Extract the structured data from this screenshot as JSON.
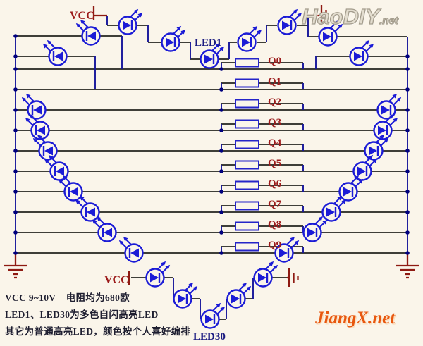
{
  "diagram": {
    "type": "led-heart-schematic",
    "power": {
      "vcc_top": "VCC",
      "vcc_bottom": "VCC"
    },
    "resistor_labels": [
      "Q0",
      "Q1",
      "Q2",
      "Q3",
      "Q4",
      "Q5",
      "Q6",
      "Q7",
      "Q8",
      "Q9"
    ],
    "led_labels": {
      "led1": "LED1",
      "led30": "LED30"
    },
    "notes": {
      "line1": "VCC 9~10V    电阻均为680欧",
      "line2": "LED1、LED30为多色自闪高亮LED",
      "line3": "其它为普通高亮LED，颜色按个人喜好编排"
    },
    "watermark_top": {
      "main": "HaoDIY",
      "suffix": ".net"
    },
    "watermark_bottom": "JiangX.net",
    "colors": {
      "background": "#faf5ea",
      "wire_dark": "#24241f",
      "wire_blue": "#16169b",
      "led_blue": "#1b1bd6",
      "resistor_blue": "#2424c8",
      "label_red": "#9c1a1a",
      "symbol_red": "#8e1a12",
      "label_navy": "#1a1a80",
      "dot_navy": "#00007d",
      "watermark_orange": "#e8570e",
      "watermark_grey": "#a49d8d"
    }
  }
}
